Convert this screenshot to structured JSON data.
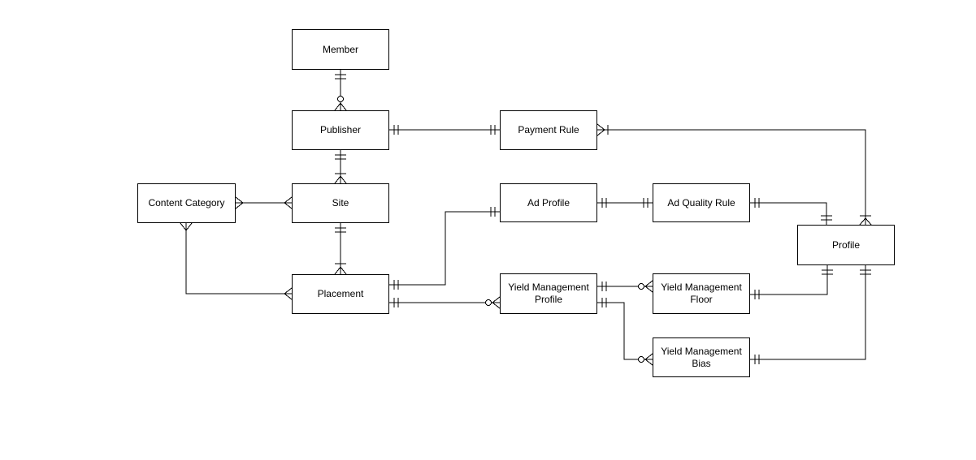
{
  "diagram": {
    "type": "entity-relationship",
    "notation": "crow's foot",
    "colors": {
      "background": "#ffffff",
      "box_fill": "#ffffff",
      "box_border": "#000000",
      "line": "#000000",
      "text": "#000000"
    },
    "entities": [
      {
        "id": "member",
        "label": "Member"
      },
      {
        "id": "publisher",
        "label": "Publisher"
      },
      {
        "id": "payment-rule",
        "label": "Payment Rule"
      },
      {
        "id": "content-category",
        "label": "Content Category"
      },
      {
        "id": "site",
        "label": "Site"
      },
      {
        "id": "ad-profile",
        "label": "Ad Profile"
      },
      {
        "id": "ad-quality-rule",
        "label": "Ad Quality Rule"
      },
      {
        "id": "profile",
        "label": "Profile"
      },
      {
        "id": "placement",
        "label": "Placement"
      },
      {
        "id": "yield-management-profile",
        "label": "Yield Management Profile"
      },
      {
        "id": "yield-management-floor",
        "label": "Yield Management Floor"
      },
      {
        "id": "yield-management-bias",
        "label": "Yield Management Bias"
      }
    ],
    "relationships": [
      {
        "from": "Member",
        "to": "Publisher",
        "from_end": "one (double tick)",
        "to_end": "zero or many (circle + crow's foot)"
      },
      {
        "from": "Publisher",
        "to": "Payment Rule",
        "from_end": "one (double tick)",
        "to_end": "one (double tick)"
      },
      {
        "from": "Payment Rule",
        "to": "Profile",
        "from_end": "many (crow's foot + tick)",
        "to_end": "one or many (tick + crow's foot)"
      },
      {
        "from": "Publisher",
        "to": "Site",
        "from_end": "one (double tick)",
        "to_end": "one or many (tick + crow's foot)"
      },
      {
        "from": "Content Category",
        "to": "Site",
        "from_end": "many (crow's foot)",
        "to_end": "many (crow's foot)"
      },
      {
        "from": "Content Category",
        "to": "Placement",
        "from_end": "many (crow's foot)",
        "to_end": "many (crow's foot)"
      },
      {
        "from": "Site",
        "to": "Placement",
        "from_end": "one (double tick)",
        "to_end": "one or many (tick + crow's foot)"
      },
      {
        "from": "Placement",
        "to": "Ad Profile",
        "from_end": "one (double tick)",
        "to_end": "one (double tick)"
      },
      {
        "from": "Placement",
        "to": "Yield Management Profile",
        "from_end": "one (double tick)",
        "to_end": "zero or many (circle + crow's foot)"
      },
      {
        "from": "Ad Profile",
        "to": "Ad Quality Rule",
        "from_end": "one (double tick)",
        "to_end": "one (double tick)"
      },
      {
        "from": "Ad Quality Rule",
        "to": "Profile",
        "from_end": "one (double tick)",
        "to_end": "one (double tick)"
      },
      {
        "from": "Yield Management Profile",
        "to": "Yield Management Floor",
        "from_end": "one (double tick)",
        "to_end": "zero or many (circle + crow's foot)"
      },
      {
        "from": "Yield Management Profile",
        "to": "Yield Management Bias",
        "from_end": "one (double tick)",
        "to_end": "zero or many (circle + crow's foot)"
      },
      {
        "from": "Yield Management Floor",
        "to": "Profile",
        "from_end": "one (double tick)",
        "to_end": "one (double tick)"
      },
      {
        "from": "Yield Management Bias",
        "to": "Profile",
        "from_end": "one (double tick)",
        "to_end": "one (double tick)"
      }
    ]
  }
}
